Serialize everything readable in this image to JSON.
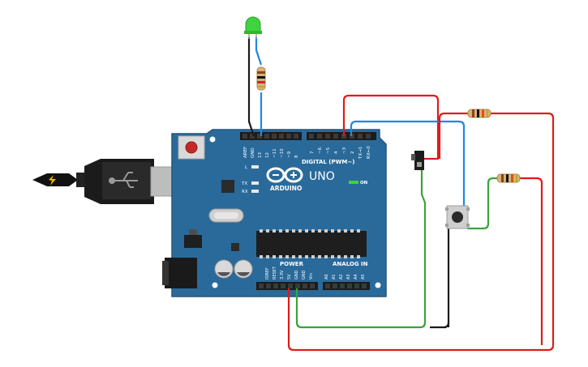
{
  "board": {
    "logo_text": "ARDUINO",
    "model": "UNO",
    "on_label": "ON",
    "digital_label": "DIGITAL (PWM~)",
    "power_label": "POWER",
    "analog_label": "ANALOG IN",
    "led_l": "L",
    "led_tx": "TX",
    "led_rx": "RX",
    "top_pins_left": [
      "AREF",
      "GND",
      "13",
      "12",
      "~11",
      "~10",
      "~9",
      "8"
    ],
    "top_pins_right": [
      "7",
      "~6",
      "~5",
      "4",
      "~3",
      "2",
      "TX→1",
      "RX←0"
    ],
    "bottom_power_pins": [
      "IOREF",
      "RESET",
      "3.3V",
      "5V",
      "GND",
      "GND",
      "Vin"
    ],
    "bottom_analog_pins": [
      "A0",
      "A1",
      "A2",
      "A3",
      "A4",
      "A5"
    ]
  },
  "components": {
    "led_color": "green",
    "resistor_count": 3,
    "has_slide_switch": true,
    "has_pushbutton": true,
    "has_usb_cable": true
  },
  "colors": {
    "board": "#2a6a9a",
    "board_dark": "#1f5680",
    "wire_red": "#e01b1b",
    "wire_black": "#1a1a1a",
    "wire_green": "#3aa33a",
    "wire_blue": "#1e88e5",
    "led_green": "#3fd33f"
  }
}
